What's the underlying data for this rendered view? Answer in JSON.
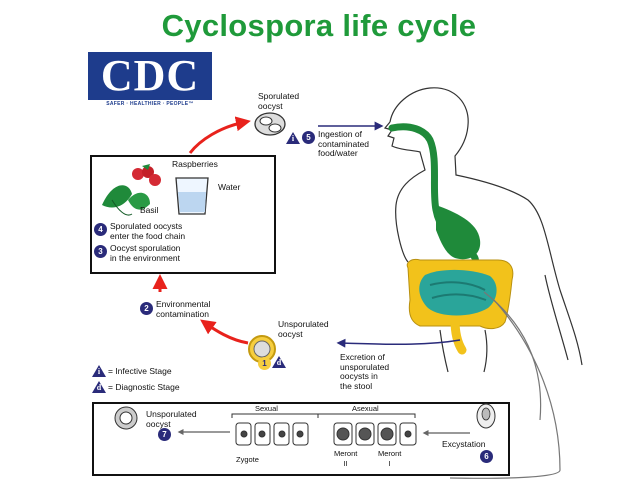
{
  "title": "Cyclospora life cycle",
  "logo": {
    "letters": "CDC",
    "tagline": "SAFER · HEALTHIER · PEOPLE™"
  },
  "stages": {
    "sporulated_oocyst": "Sporulated\noocyst",
    "ingestion": "Ingestion of\ncontaminated\nfood/water",
    "ingestion_num": "5",
    "raspberries": "Raspberries",
    "water": "Water",
    "basil": "Basil",
    "enter_food_chain": "Sporulated oocysts\nenter the food chain",
    "enter_food_chain_num": "4",
    "sporulation_env": "Oocyst sporulation\nin the environment",
    "sporulation_env_num": "3",
    "env_contamination": "Environmental\ncontamination",
    "env_contamination_num": "2",
    "unsporulated_oocyst": "Unsporulated\noocyst",
    "excretion": "Excretion of\nunsporulated\noocysts in\nthe stool",
    "excretion_num": "1",
    "infective_label": "= Infective Stage",
    "diagnostic_label": "= Diagnostic Stage",
    "infective_symbol": "i",
    "diagnostic_symbol": "d",
    "bottom_unsporulated": "Unsporulated\noocyst",
    "bottom_num": "7",
    "sexual": "Sexual",
    "asexual": "Asexual",
    "zygote": "Zygote",
    "meront2": "Meront\nII",
    "meront1": "Meront\nI",
    "excystation": "Excystation",
    "excystation_num": "6"
  },
  "colors": {
    "title": "#1f9a3a",
    "arrow": "#e8221c",
    "badge": "#2a2b7a",
    "gut_green": "#1f8a3a",
    "intestine_yellow": "#f2c21b",
    "intestine_teal": "#2aa59a"
  }
}
